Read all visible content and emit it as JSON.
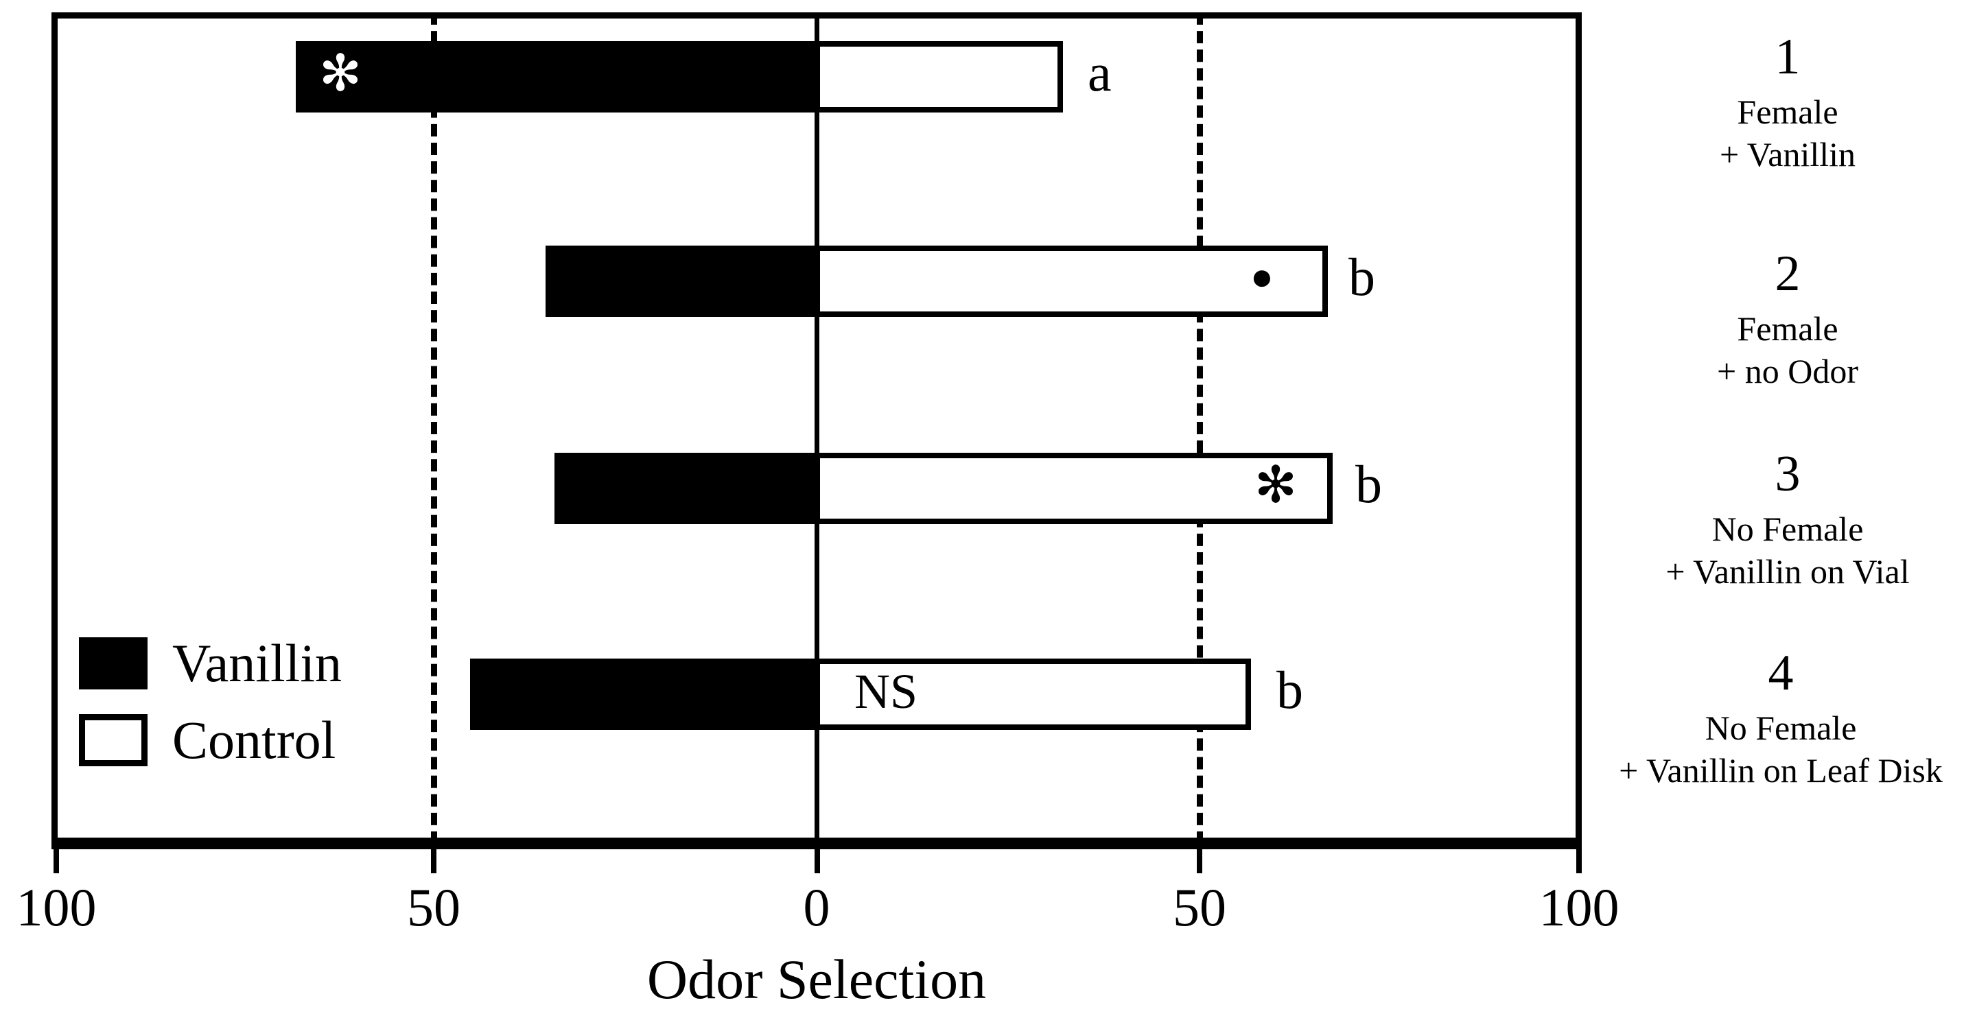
{
  "chart_data": {
    "type": "bar",
    "orientation": "horizontal-diverging",
    "title": "",
    "xlabel": "Odor Selection",
    "ylabel": "",
    "xlim": [
      -100,
      100
    ],
    "x_tick_positions": [
      -100,
      -50,
      0,
      50,
      100
    ],
    "x_tick_labels": [
      "100",
      "50",
      "0",
      "50",
      "100"
    ],
    "grid": false,
    "reference_lines": [
      {
        "value": -50,
        "style": "dashed"
      },
      {
        "value": 0,
        "style": "solid"
      },
      {
        "value": 50,
        "style": "dashed"
      }
    ],
    "legend": {
      "position": "lower-left-inside",
      "entries": [
        {
          "name": "Vanillin",
          "fill": "#000000"
        },
        {
          "name": "Control",
          "fill": "#ffffff"
        }
      ]
    },
    "series": [
      {
        "name": "Vanillin",
        "values": [
          68,
          35,
          34,
          45
        ]
      },
      {
        "name": "Control",
        "values": [
          32,
          67,
          67,
          57
        ]
      }
    ],
    "categories": [
      "Female + Vanillin",
      "Female + no Odor",
      "No Female + Vanillin on Vial",
      "No Female + Vanillin on Leaf Disk"
    ],
    "annotations": [
      {
        "row": 1,
        "in_vanillin": "✻",
        "in_control": "",
        "letter": "a"
      },
      {
        "row": 2,
        "in_vanillin": "",
        "in_control": "●",
        "letter": "b"
      },
      {
        "row": 3,
        "in_vanillin": "",
        "in_control": "✻",
        "letter": "b"
      },
      {
        "row": 4,
        "in_vanillin": "",
        "in_control": "NS",
        "letter": "b"
      }
    ]
  },
  "axis": {
    "title": "Odor Selection",
    "ticks": [
      "100",
      "50",
      "0",
      "50",
      "100"
    ]
  },
  "legend": {
    "vanillin_label": "Vanillin",
    "control_label": "Control"
  },
  "bars": [
    {
      "sig_black": "✻",
      "sig_white": "",
      "letter": "a"
    },
    {
      "sig_black": "",
      "sig_white": "●",
      "letter": "b"
    },
    {
      "sig_black": "",
      "sig_white": "✻",
      "letter": "b"
    },
    {
      "sig_black": "",
      "sig_white": "NS",
      "letter": "b"
    }
  ],
  "treatments": [
    {
      "number": "1",
      "line1": "Female",
      "line2": "+ Vanillin"
    },
    {
      "number": "2",
      "line1": "Female",
      "line2": "+ no Odor"
    },
    {
      "number": "3",
      "line1": "No Female",
      "line2": "+ Vanillin on Vial"
    },
    {
      "number": "4",
      "line1": "No Female",
      "line2": "+ Vanillin on Leaf Disk"
    }
  ],
  "colors": {
    "vanillin": "#000000",
    "control": "#ffffff",
    "axis": "#000000"
  }
}
